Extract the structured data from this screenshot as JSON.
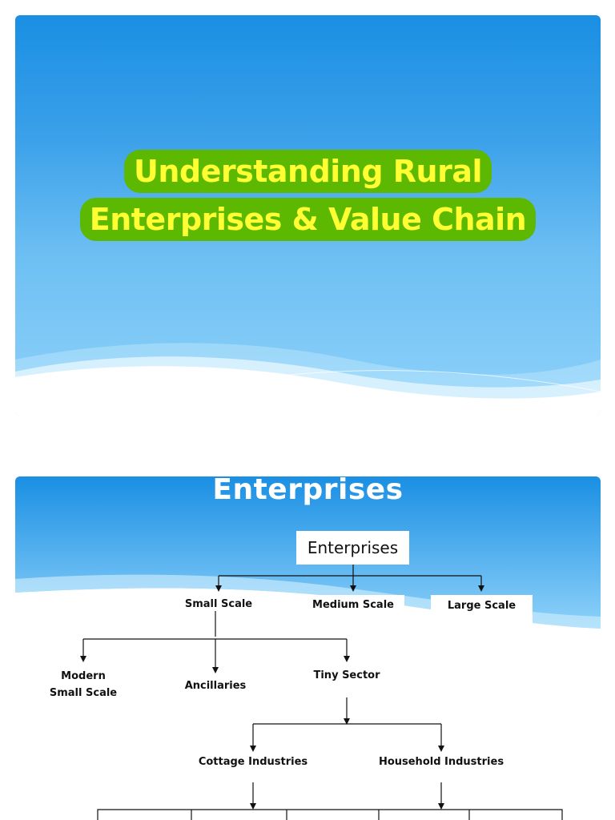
{
  "slide1": {
    "title_line1": "Understanding Rural",
    "title_line2": "Enterprises & Value Chain"
  },
  "slide2": {
    "title": "Enterprises",
    "root": "Enterprises",
    "level1": [
      "Small Scale",
      "Medium Scale",
      "Large Scale"
    ],
    "level2": [
      "Modern Small Scale",
      "Ancillaries",
      "Tiny Sector"
    ],
    "level2_modern_line1": "Modern",
    "level2_modern_line2": "Small Scale",
    "level3": [
      "Cottage Industries",
      "Household Industries"
    ]
  },
  "colors": {
    "title_highlight": "#5cb800",
    "title_text": "#ffff33",
    "slide_blue": "#1a8fe3"
  }
}
